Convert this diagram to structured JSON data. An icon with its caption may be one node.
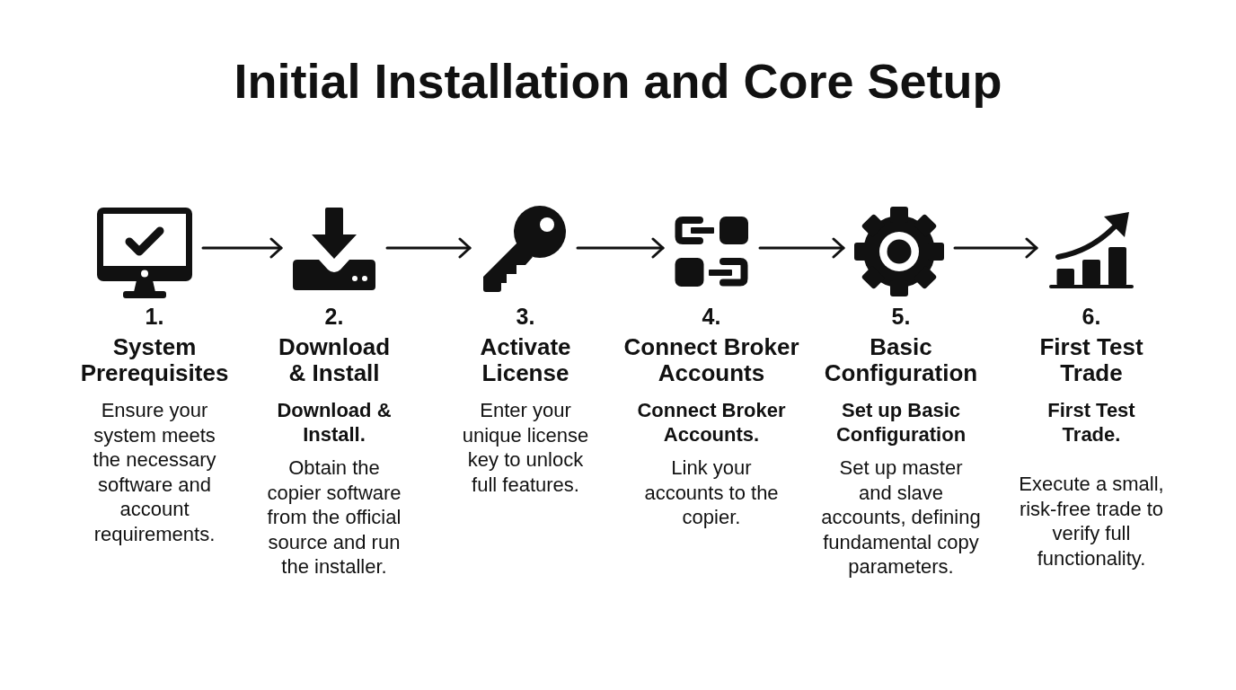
{
  "diagram": {
    "title": "Initial Installation and Core Setup",
    "nodes": [
      {
        "text": [],
        "shape": "picture",
        "beside": [
          "1.",
          "System Prerequisites",
          "Ensure your system meets the necessary software and account requirements."
        ]
      },
      {
        "text": [],
        "shape": "picture",
        "beside": [
          "2.",
          "Download & Install",
          "Download & Install.",
          "Obtain the copier software from the official source and run the installer."
        ]
      },
      {
        "text": [],
        "shape": "picture",
        "beside": [
          "3.",
          "Activate License",
          "Enter your unique license key to unlock full features."
        ]
      },
      {
        "text": [],
        "shape": "picture",
        "beside": [
          "4.",
          "Connect Broker Accounts",
          "Connect Broker Accounts.",
          "Link your accounts to the copier."
        ]
      },
      {
        "text": [],
        "shape": "picture",
        "beside": [
          "5.",
          "Basic Configuration",
          "Set up Basic Configuration",
          "Set up master and slave accounts, defining fundamental copy parameters."
        ]
      },
      {
        "text": [],
        "shape": "picture",
        "beside": [
          "6.",
          "First Test Trade",
          "First Test Trade.",
          "Execute a small, risk-free trade to verify full functionality."
        ]
      }
    ],
    "edges": [
      {
        "from": 0,
        "to": 1,
        "arrow": "to"
      },
      {
        "from": 1,
        "to": 2,
        "arrow": "to"
      },
      {
        "from": 2,
        "to": 3,
        "arrow": "to"
      },
      {
        "from": 3,
        "to": 4,
        "arrow": "to"
      },
      {
        "from": 4,
        "to": 5,
        "arrow": "to"
      }
    ]
  }
}
